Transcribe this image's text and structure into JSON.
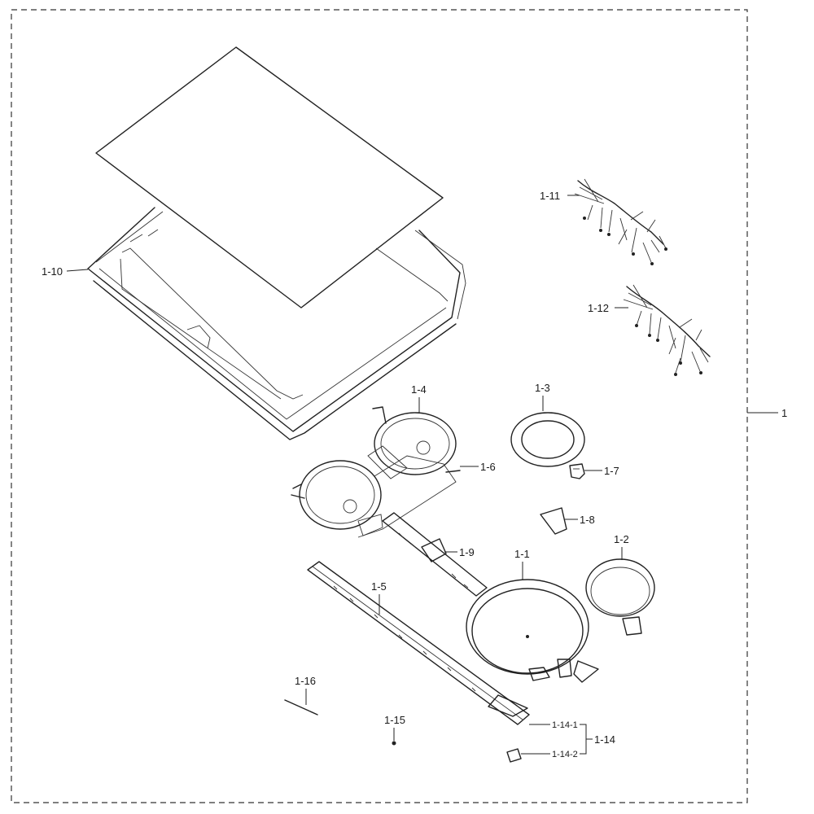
{
  "diagram": {
    "assembly_label": "1",
    "parts": [
      {
        "id": "glass-top",
        "label": ""
      },
      {
        "id": "frame",
        "label": "1-10"
      },
      {
        "id": "harness-a",
        "label": "1-11"
      },
      {
        "id": "harness-b",
        "label": "1-12"
      },
      {
        "id": "small-coil-bracket",
        "label": "1-4"
      },
      {
        "id": "bracket-connector",
        "label": "1-6"
      },
      {
        "id": "coil-ring",
        "label": "1-3"
      },
      {
        "id": "sensor-clip",
        "label": "1-7"
      },
      {
        "id": "plate",
        "label": "1-8"
      },
      {
        "id": "cable-duct",
        "label": "1-9"
      },
      {
        "id": "large-coil",
        "label": "1-1"
      },
      {
        "id": "medium-coil",
        "label": "1-2"
      },
      {
        "id": "rail",
        "label": "1-5"
      },
      {
        "id": "rod",
        "label": "1-16"
      },
      {
        "id": "screw",
        "label": "1-15"
      },
      {
        "id": "clip-1",
        "label": "1-14-1"
      },
      {
        "id": "clip-2",
        "label": "1-14-2"
      },
      {
        "id": "clip-group",
        "label": "1-14"
      }
    ]
  }
}
